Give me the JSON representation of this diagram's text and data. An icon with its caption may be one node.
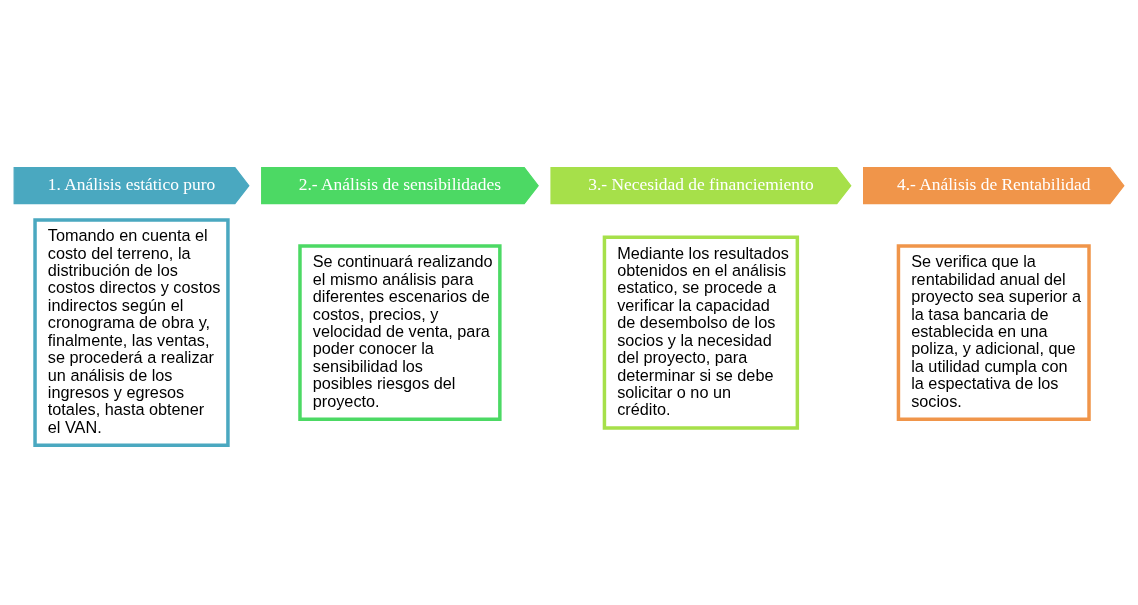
{
  "diagram": {
    "nodes": [
      {
        "text": [
          "1. Análisis estático puro"
        ]
      },
      {
        "text": [
          "Tomando en cuenta el costo del terreno, la distribución de los costos directos y costos indirectos según el cronograma de obra y, finalmente, las ventas, se procederá a realizar un análisis de los ingresos y egresos totales, hasta obtener el VAN."
        ]
      },
      {
        "text": [
          "2.- Análisis de sensibilidades"
        ]
      },
      {
        "text": [
          "Se continuará realizando el mismo análisis para diferentes escenarios de costos, precios, y velocidad de venta, para poder conocer la sensibilidad los posibles riesgos del proyecto."
        ]
      },
      {
        "text": [
          "3.- Necesidad de financiemiento"
        ]
      },
      {
        "text": [
          "Mediante los resultados obtenidos en el análisis estatico, se procede a verificar la capacidad de desembolso de los socios y la necesidad del proyecto, para determinar si se debe solicitar o no un crédito."
        ]
      },
      {
        "text": [
          "4.- Análisis de Rentabilidad"
        ]
      },
      {
        "text": [
          "Se verifica que la rentabilidad anual del proyecto sea superior a la tasa bancaria de establecida en una poliza, y adicional, que la utilidad cumpla con la espectativa de los socios."
        ]
      }
    ]
  }
}
